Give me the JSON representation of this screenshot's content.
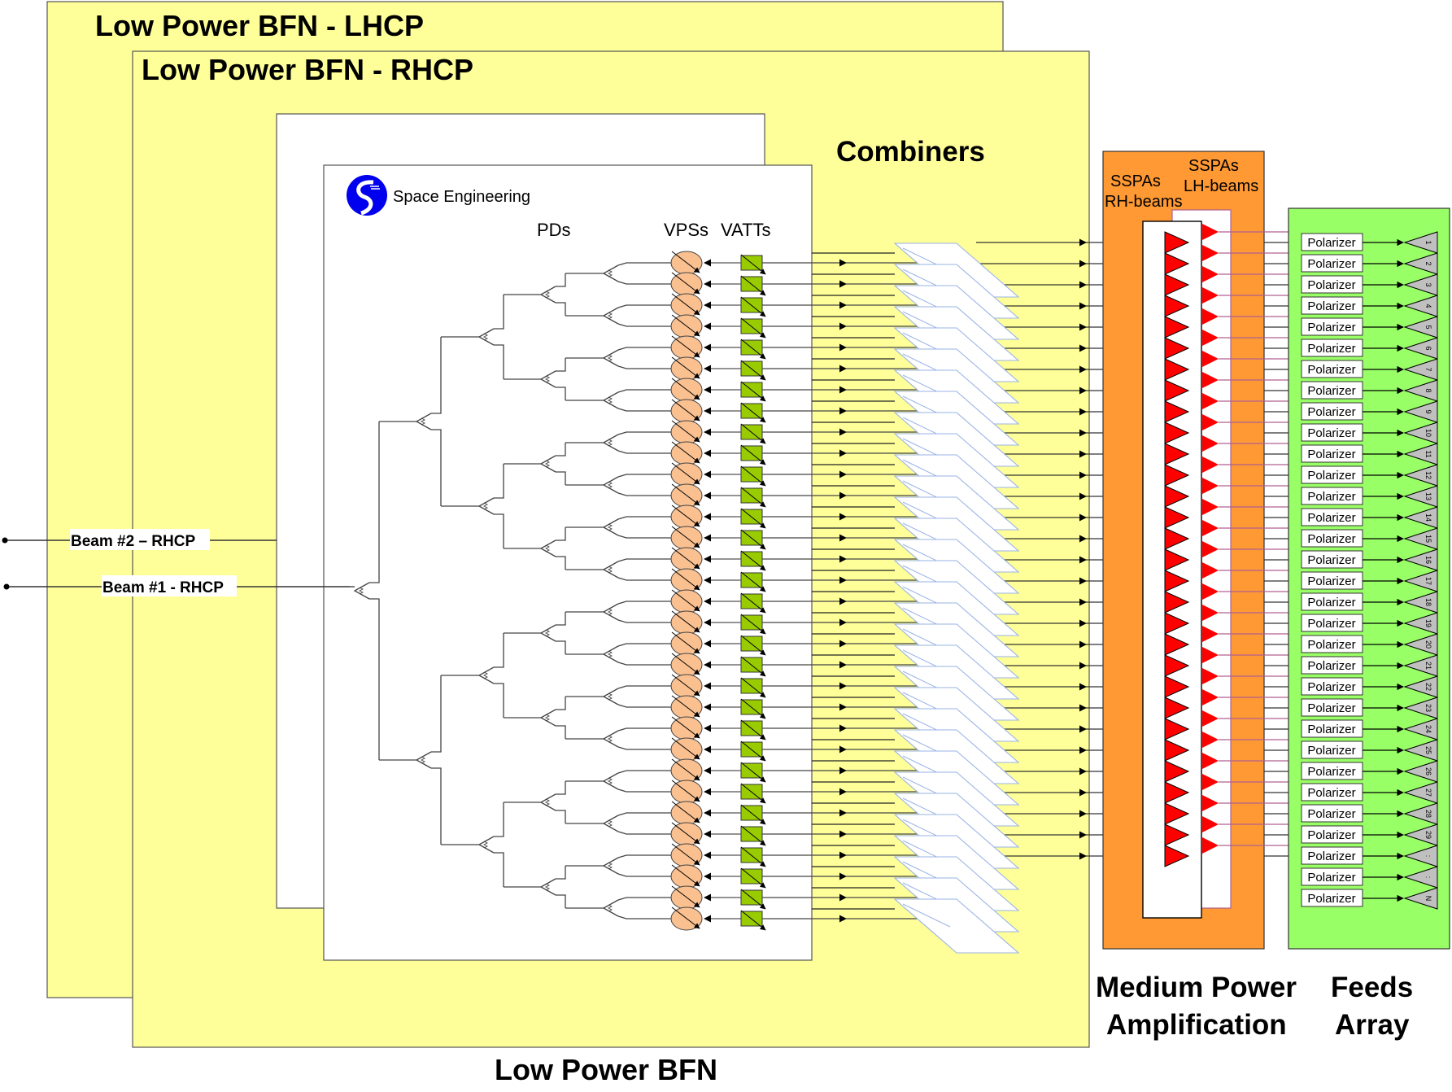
{
  "panels": {
    "lhcp_title": "Low Power BFN -  LHCP",
    "rhcp_title": "Low Power BFN -  RHCP",
    "combiners_title": "Combiners",
    "bottom_bfn_title": "Low Power BFN",
    "mpa_title_line1": "Medium Power",
    "mpa_title_line2": "Amplification",
    "feeds_title_line1": "Feeds",
    "feeds_title_line2": "Array"
  },
  "bfn": {
    "logo_text": "Space Engineering",
    "pds_label": "PDs",
    "vpss_label": "VPSs",
    "vatts_label": "VATTs",
    "beam2_label": "Beam #2 – RHCP",
    "beam1_label": "Beam #1 - RHCP",
    "outputs": 32
  },
  "sspa": {
    "rh_label_line1": "SSPAs",
    "rh_label_line2": "RH-beams",
    "lh_label_line1": "SSPAs",
    "lh_label_line2": "LH-beams"
  },
  "feeds": {
    "polarizer_label": "Polarizer",
    "feed_numbers": [
      "1",
      "2",
      "3",
      "4",
      "5",
      "6",
      "7",
      "8",
      "9",
      "10",
      "11",
      "12",
      "13",
      "14",
      "15",
      "16",
      "17",
      "18",
      "19",
      "20",
      "21",
      "22",
      "23",
      "24",
      "25",
      "26",
      "27",
      "28",
      "29",
      ":",
      ":",
      "N"
    ]
  },
  "colors": {
    "panel_yellow": "#ffff99",
    "sspa_orange": "#ff9933",
    "feeds_green": "#99ff66",
    "vps_fill": "#fac090",
    "vatt_fill": "#99cc00",
    "amp_red": "#ff0000",
    "feed_gray": "#c0c0c0",
    "combiner_stroke": "#99b3e6",
    "logo_blue": "#0000ee"
  }
}
